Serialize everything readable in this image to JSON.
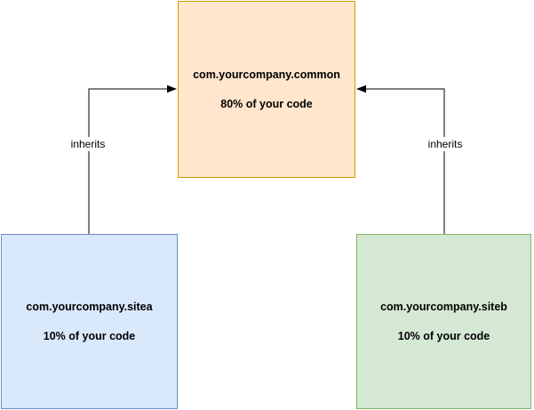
{
  "diagram": {
    "background_color": "#ffffff",
    "text_color": "#000000",
    "arrow_color": "#000000",
    "nodes": [
      {
        "id": "common",
        "title": "com.yourcompany.common",
        "subtitle": "80% of your code",
        "fill_color": "#ffe6cc",
        "border_color": "#d79b00"
      },
      {
        "id": "sitea",
        "title": "com.yourcompany.sitea",
        "subtitle": "10% of your code",
        "fill_color": "#dae8fc",
        "border_color": "#6c8ebf"
      },
      {
        "id": "siteb",
        "title": "com.yourcompany.siteb",
        "subtitle": "10% of your code",
        "fill_color": "#d5e8d4",
        "border_color": "#82b366"
      }
    ],
    "connectors": [
      {
        "from": "sitea",
        "to": "common",
        "label": "inherits",
        "style": "orthogonal-arrow"
      },
      {
        "from": "siteb",
        "to": "common",
        "label": "inherits",
        "style": "orthogonal-arrow"
      }
    ]
  }
}
